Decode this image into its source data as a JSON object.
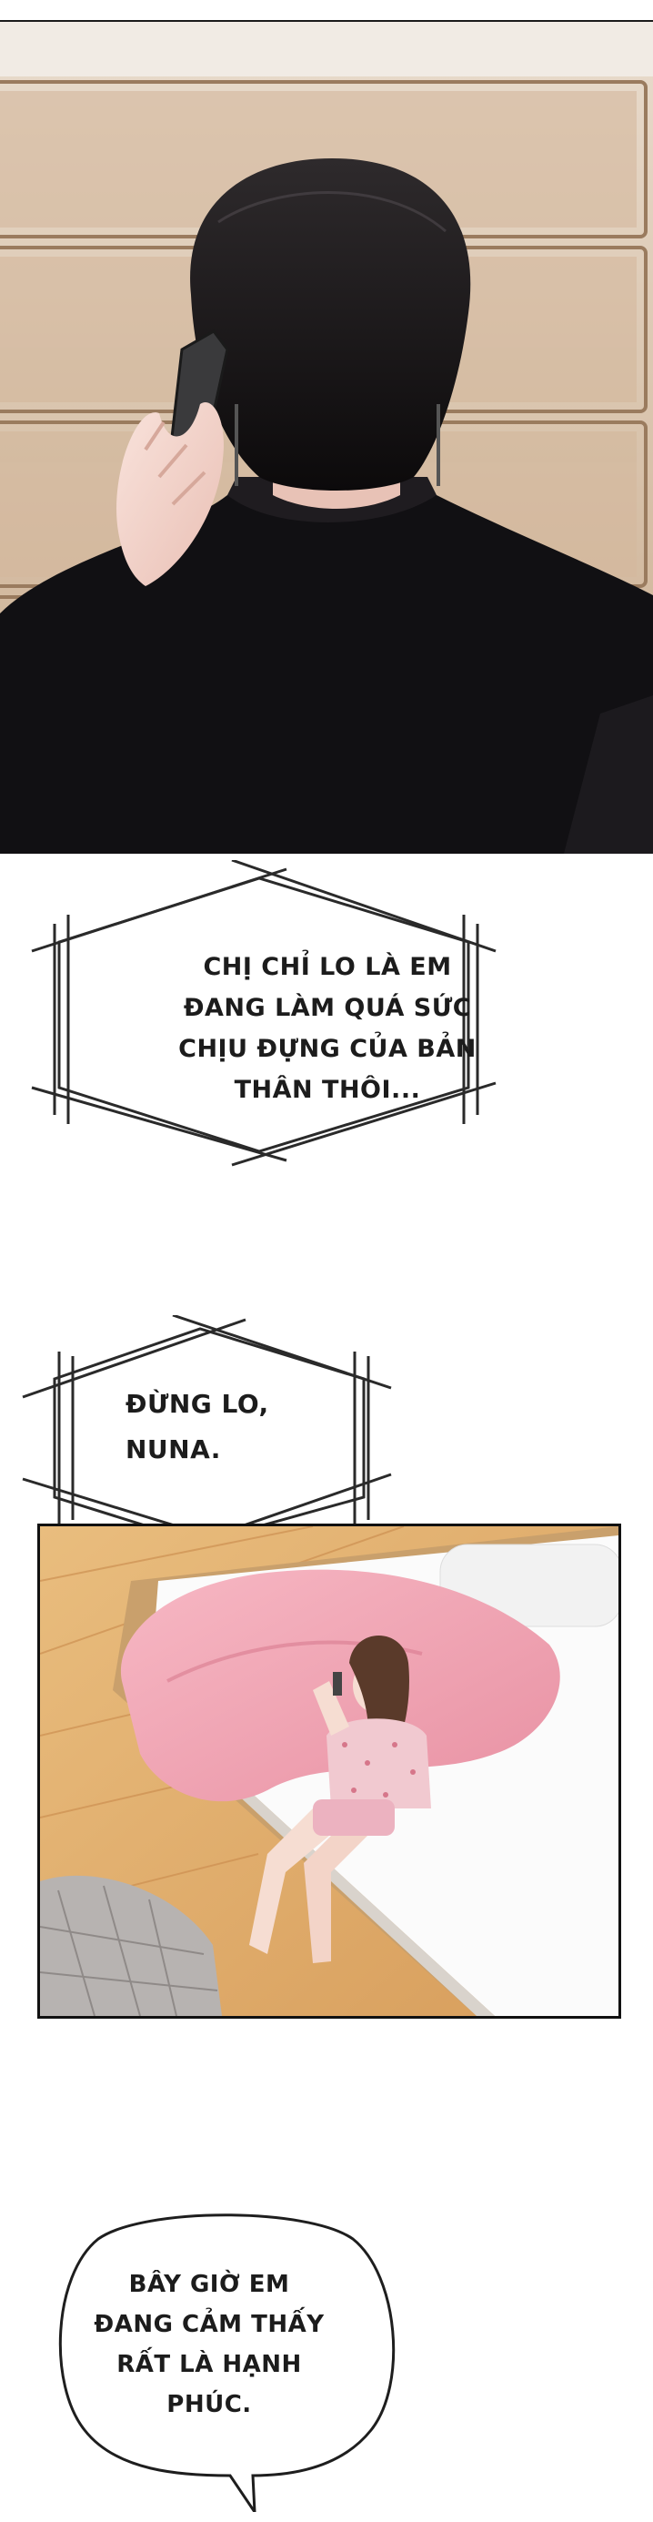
{
  "captions": [
    {
      "lines": [
        "CHỊ CHỈ LO LÀ EM",
        "ĐANG LÀM QUÁ SỨC",
        "CHỊU ĐỰNG CỦA BẢN",
        "THÂN THÔI..."
      ]
    },
    {
      "lines": [
        "ĐỪNG LO,",
        "NUNA."
      ]
    },
    {
      "lines": [
        "BÂY GIỜ EM",
        "ĐANG CẢM THẤY",
        "RẤT LÀ HẠNH",
        "PHÚC."
      ]
    }
  ]
}
